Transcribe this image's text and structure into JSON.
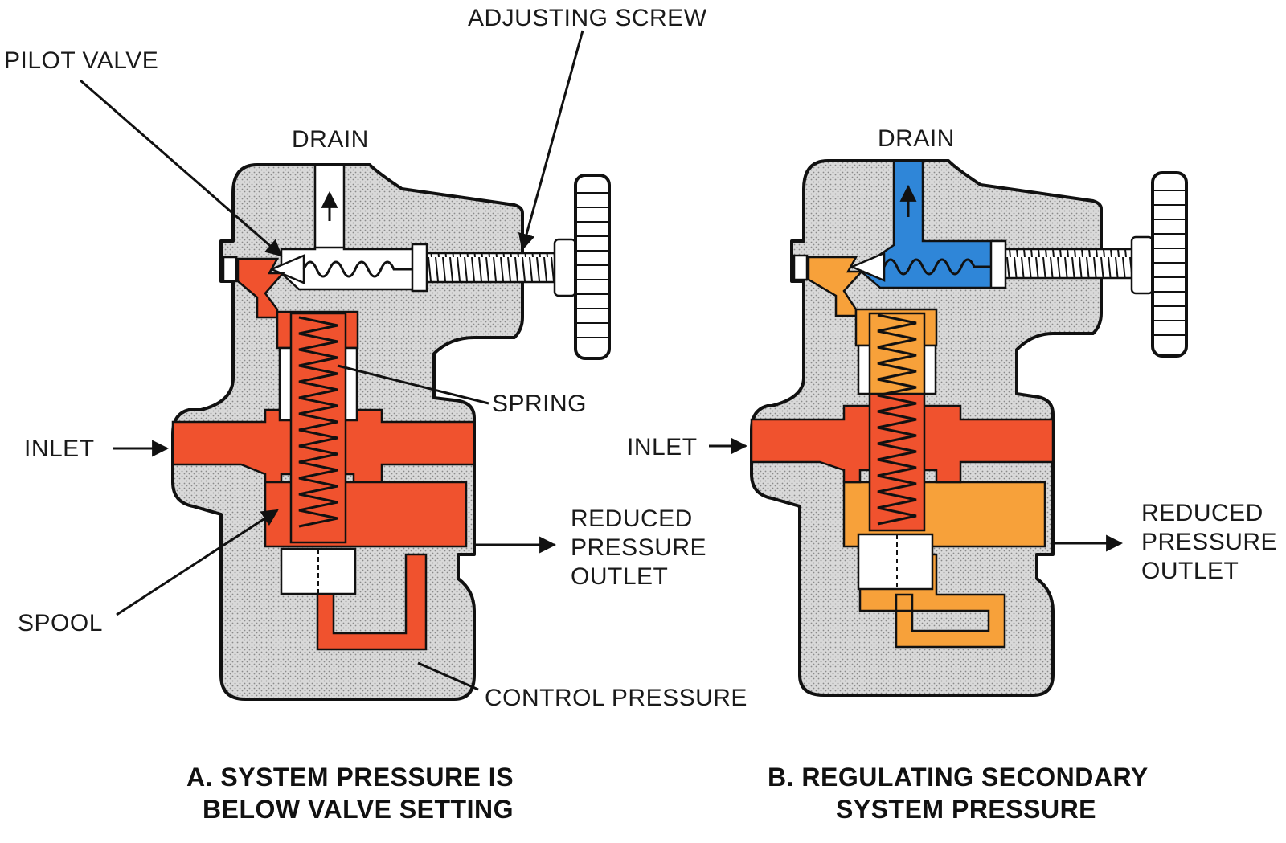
{
  "colors": {
    "body": "#d6d6d6",
    "inlet_pressure": "#f0522e",
    "reduced_pressure": "#f7a13a",
    "drain": "#2f86d8",
    "outline": "#111111"
  },
  "diagram_a": {
    "labels": {
      "pilot_valve": "PILOT VALVE",
      "adjusting_screw": "ADJUSTING SCREW",
      "drain": "DRAIN",
      "spring": "SPRING",
      "inlet": "INLET",
      "outlet_line1": "REDUCED",
      "outlet_line2": "PRESSURE",
      "outlet_line3": "OUTLET",
      "spool": "SPOOL",
      "control_pressure": "CONTROL PRESSURE"
    },
    "caption_line1": "A.  SYSTEM PRESSURE IS",
    "caption_line2": "BELOW VALVE SETTING"
  },
  "diagram_b": {
    "labels": {
      "drain": "DRAIN",
      "inlet": "INLET",
      "outlet_line1": "REDUCED",
      "outlet_line2": "PRESSURE",
      "outlet_line3": "OUTLET"
    },
    "caption_line1": "B.  REGULATING SECONDARY",
    "caption_line2": "SYSTEM PRESSURE"
  },
  "icons": [
    "arrow-icon",
    "spring-icon",
    "knob-icon"
  ]
}
